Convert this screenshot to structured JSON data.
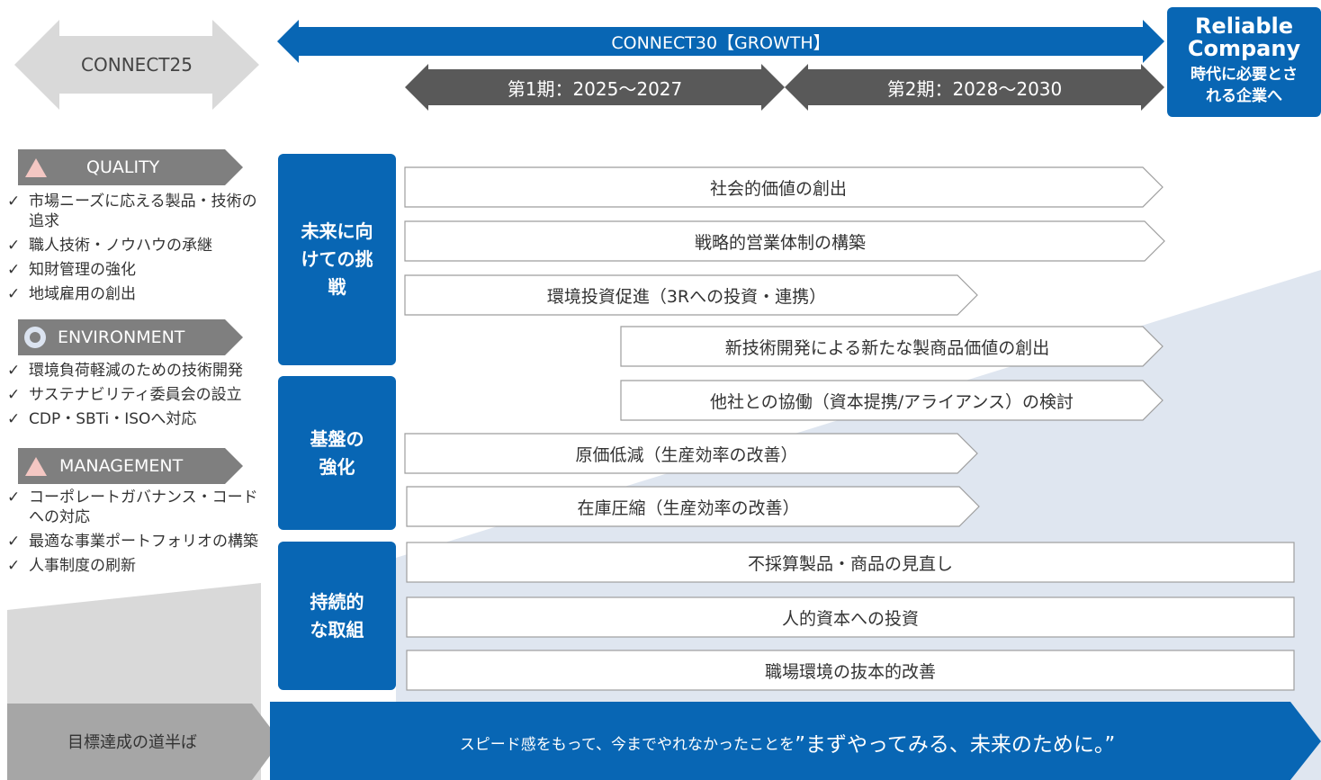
{
  "timeline": {
    "prev_plan": "CONNECT25",
    "current_plan": "CONNECT30【GROWTH】",
    "phase1": "第1期：2025〜2027",
    "phase2": "第2期：2028〜2030",
    "goal_title": "Reliable Company",
    "goal_sub": "時代に必要とされる企業へ"
  },
  "categories": [
    {
      "name": "QUALITY",
      "icon": "triangle-icon",
      "items": [
        "市場ニーズに応える製品・技術の追求",
        "職人技術・ノウハウの承継",
        "知財管理の強化",
        "地域雇用の創出"
      ]
    },
    {
      "name": "ENVIRONMENT",
      "icon": "circle-icon",
      "items": [
        "環境負荷軽減のための技術開発",
        "サステナビリティ委員会の設立",
        "CDP・SBTi・ISOへ対応"
      ]
    },
    {
      "name": "MANAGEMENT",
      "icon": "triangle-icon",
      "items": [
        "コーポレートガバナンス・コードへの対応",
        "最適な事業ポートフォリオの構築",
        "人事制度の刷新"
      ]
    }
  ],
  "pillars": [
    "未来に向けての挑戦",
    "基盤の強化",
    "持続的な取組"
  ],
  "initiatives": [
    "社会的価値の創出",
    "戦略的営業体制の構築",
    "環境投資促進（3Rへの投資・連携）",
    "新技術開発による新たな製商品価値の創出",
    "他社との協働（資本提携/アライアンス）の検討",
    "原価低減（生産効率の改善）",
    "在庫圧縮（生産効率の改善）",
    "不採算製品・商品の見直し",
    "人的資本への投資",
    "職場環境の抜本的改善"
  ],
  "footer": {
    "left": "目標達成の道半ば",
    "slogan_prefix": "スピード感をもって、今までやれなかったことを",
    "slogan_quote": "”まずやってみる、未来のために。”"
  },
  "colors": {
    "blue": "#0866b4",
    "dark_gray": "#595959",
    "tag_gray": "#7f7f7f",
    "light_gray": "#d9d9d9",
    "light_blue_bg": "#dfe6f0",
    "pink_icon": "#f4c7c3"
  }
}
